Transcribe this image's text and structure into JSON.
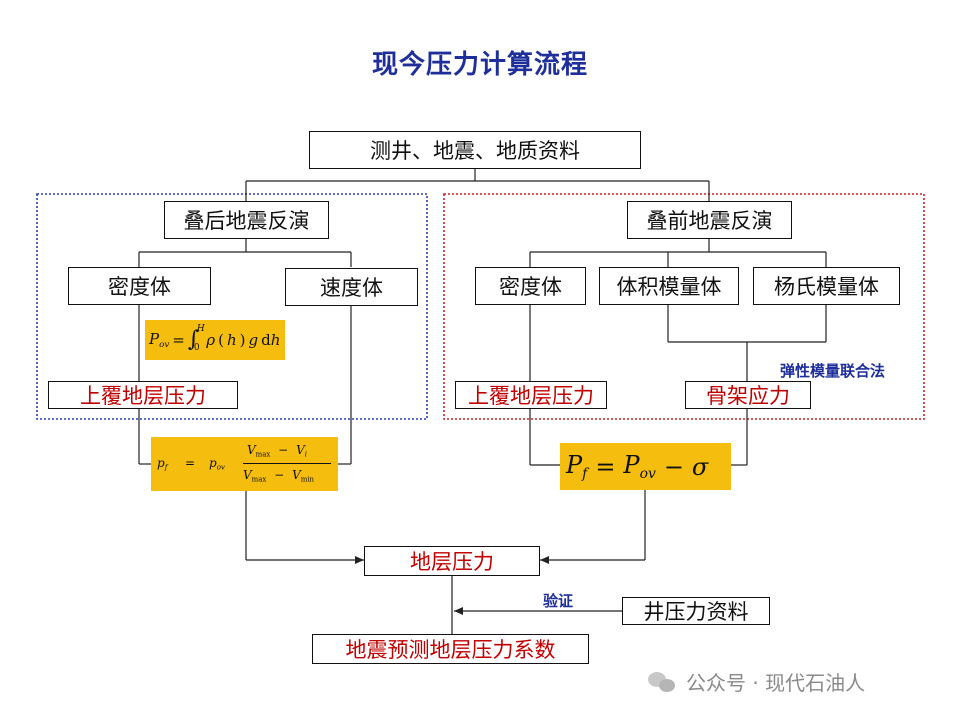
{
  "title": "现今压力计算流程",
  "boxes": {
    "data_source": "测井、地震、地质资料",
    "post_inversion": "叠后地震反演",
    "pre_inversion": "叠前地震反演",
    "left_density": "密度体",
    "left_velocity": "速度体",
    "right_density": "密度体",
    "bulk_modulus": "体积模量体",
    "young_modulus": "杨氏模量体",
    "left_overburden": "上覆地层压力",
    "right_overburden": "上覆地层压力",
    "skeleton_stress": "骨架应力",
    "formation_pressure": "地层压力",
    "well_pressure": "井压力资料",
    "coefficient": "地震预测地层压力系数"
  },
  "notes": {
    "elastic_method": "弹性模量联合法",
    "verify": "验证"
  },
  "formulas": {
    "overburden": {
      "P": "P",
      "P_sub": "ov",
      "eq": "=",
      "int_upper": "H",
      "int_lower": "0",
      "rho": "ρ",
      "h": "h",
      "g": "g",
      "d": "d",
      "h2": "h"
    },
    "velocity_method": {
      "p": "p",
      "p_sub": "f",
      "eq": "=",
      "pov": "p",
      "pov_sub": "ov",
      "num_v1": "V",
      "num_v1_sub": "max",
      "num_minus": "−",
      "num_v2": "V",
      "num_v2_sub": "i",
      "den_v1": "V",
      "den_v1_sub": "max",
      "den_minus": "−",
      "den_v2": "V",
      "den_v2_sub": "min"
    },
    "stress_method": {
      "P": "P",
      "P_sub": "f",
      "eq": "=",
      "P2": "P",
      "P2_sub": "ov",
      "minus": "−",
      "sigma": "σ"
    }
  },
  "watermark": "公众号 · 现代石油人",
  "colors": {
    "title": "#1f2f9a",
    "highlight_text": "#c00000",
    "formula_bg": "#f5bd0e",
    "left_group_border": "#2b3fb5",
    "right_group_border": "#d02020",
    "note_text": "#1f2f9a"
  }
}
